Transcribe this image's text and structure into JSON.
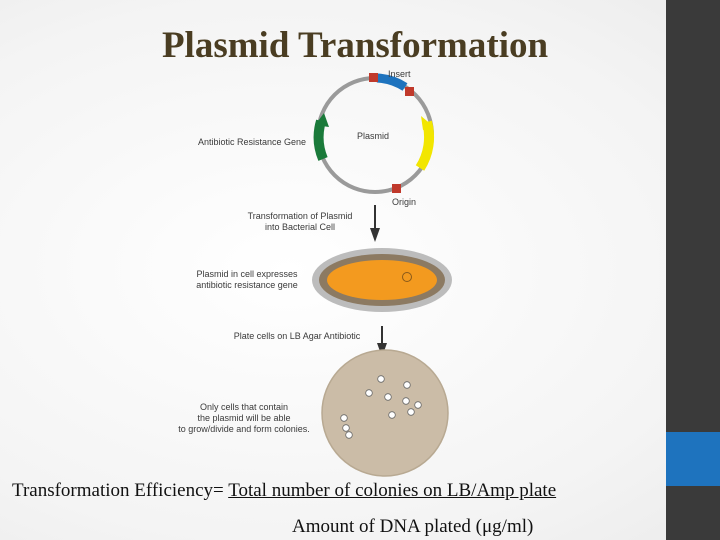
{
  "slide": {
    "title": "Plasmid Transformation",
    "colors": {
      "title": "#4a3d22",
      "sidebar": "#3a3a3a",
      "sidebar_accent": "#1e73be",
      "insert": "#1e73be",
      "resistance_gene": "#1a7a3a",
      "yellow_gene": "#f2e600",
      "origin": "#c0392b",
      "cell_body": "#f39a1f",
      "agar_plate": "#c8b9a4"
    }
  },
  "diagram": {
    "plasmid": {
      "label": "Plasmid",
      "insert_label": "Insert",
      "resistance_label": "Antibiotic Resistance Gene",
      "origin_label": "Origin"
    },
    "step1": {
      "line1": "Transformation of Plasmid",
      "line2": "into Bacterial Cell"
    },
    "cell": {
      "line1": "Plasmid in cell expresses",
      "line2": "antibiotic resistance gene"
    },
    "step2": {
      "label": "Plate cells on LB Agar Antibiotic"
    },
    "plate": {
      "line1": "Only cells that contain",
      "line2": "the plasmid will be able",
      "line3": "to grow/divide and form colonies."
    }
  },
  "formula": {
    "lhs": "Transformation Efficiency=",
    "numerator": "Total number of colonies on LB/Amp plate",
    "denominator": "Amount of DNA plated (μg/ml)"
  }
}
